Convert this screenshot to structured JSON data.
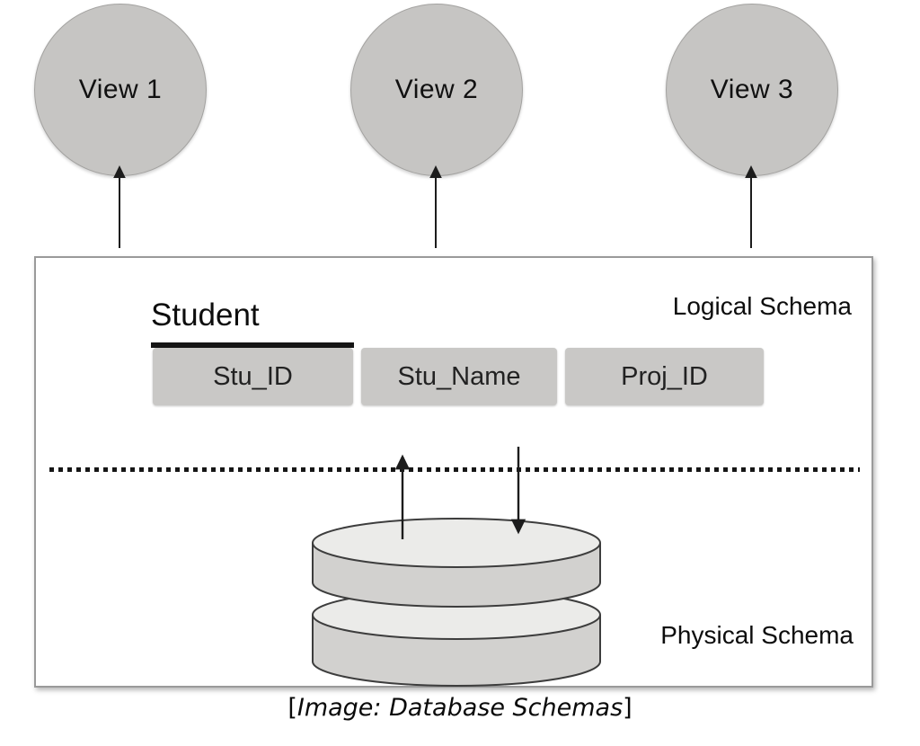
{
  "diagram": {
    "views": [
      {
        "label": "View 1"
      },
      {
        "label": "View 2"
      },
      {
        "label": "View 3"
      }
    ],
    "logical_schema": {
      "label": "Logical Schema",
      "table": {
        "title": "Student",
        "columns": [
          "Stu_ID",
          "Stu_Name",
          "Proj_ID"
        ]
      }
    },
    "physical_schema": {
      "label": "Physical Schema"
    },
    "caption": {
      "open_bracket": "[",
      "text": "Image: Database Schemas",
      "close_bracket": "]"
    },
    "colors": {
      "shape_fill": "#c6c5c3",
      "cell_fill": "#c9c8c6",
      "cylinder_top": "#ebebe9",
      "cylinder_side": "#d2d1cf",
      "outline": "#3d3d3d",
      "arrow": "#1c1c1c",
      "box_border": "#9a9a9a",
      "text": "#111111"
    }
  }
}
